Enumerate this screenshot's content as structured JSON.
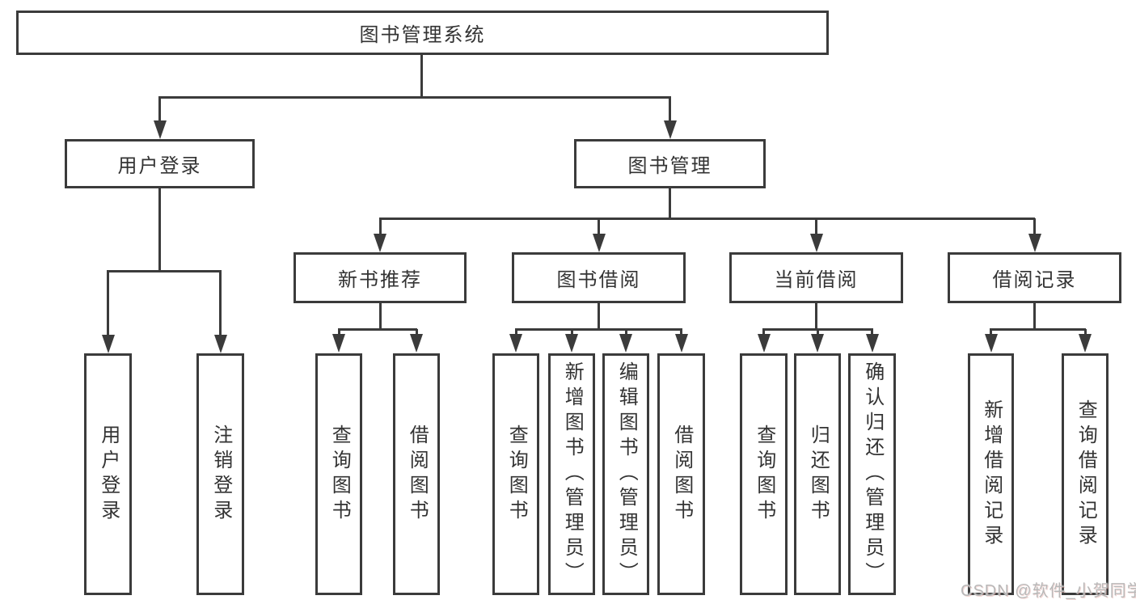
{
  "diagram": {
    "root": "图书管理系统",
    "user": {
      "label": "用户登录",
      "children": [
        "用户登录",
        "注销登录"
      ]
    },
    "book": {
      "label": "图书管理",
      "sections": [
        {
          "label": "新书推荐",
          "children": [
            "查询图书",
            "借阅图书"
          ]
        },
        {
          "label": "图书借阅",
          "children": [
            "查询图书",
            "新增图书（管理员）",
            "编辑图书（管理员）",
            "借阅图书"
          ]
        },
        {
          "label": "当前借阅",
          "children": [
            "查询图书",
            "归还图书",
            "确认归还（管理员）"
          ]
        },
        {
          "label": "借阅记录",
          "children": [
            "新增借阅记录",
            "查询借阅记录"
          ]
        }
      ]
    }
  },
  "watermark": "CSDN @软件_小贺同学",
  "colors": {
    "line": "#3b3b3b",
    "text": "#333333",
    "watermark": "#b8b8b8"
  }
}
